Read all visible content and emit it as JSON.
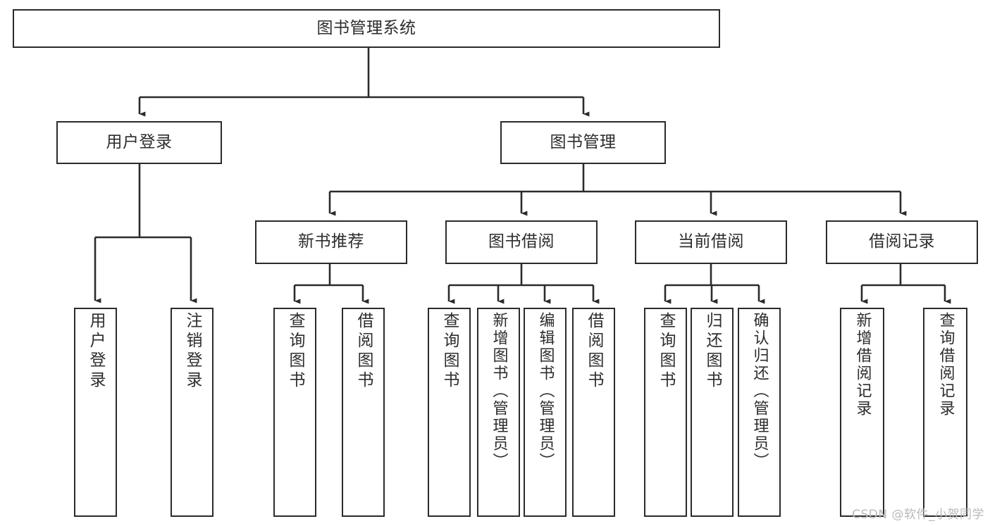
{
  "diagram": {
    "type": "tree-hierarchy",
    "title": "图书管理系统",
    "orientation": "top-down",
    "colors": {
      "stroke": "#2b2b2b",
      "fill": "#ffffff",
      "text": "#2d2d2d",
      "watermark": "#b9b9b9"
    },
    "root": {
      "label": "图书管理系统"
    },
    "level2": [
      {
        "id": "user-login",
        "label": "用户登录"
      },
      {
        "id": "book-manage",
        "label": "图书管理"
      }
    ],
    "level3": [
      {
        "id": "new-book-recommend",
        "label": "新书推荐"
      },
      {
        "id": "book-borrow",
        "label": "图书借阅"
      },
      {
        "id": "current-borrow",
        "label": "当前借阅"
      },
      {
        "id": "borrow-record",
        "label": "借阅记录"
      }
    ],
    "leaves": {
      "user_login": [
        {
          "id": "leaf-user-login",
          "label": "用户登录"
        },
        {
          "id": "leaf-logout-login",
          "label": "注销登录"
        }
      ],
      "new_book_recommend": [
        {
          "id": "leaf-query-book-1",
          "label": "查询图书"
        },
        {
          "id": "leaf-borrow-book-1",
          "label": "借阅图书"
        }
      ],
      "book_borrow": [
        {
          "id": "leaf-query-book-2",
          "label": "查询图书"
        },
        {
          "id": "leaf-add-book",
          "label": "新增图书（管理员）"
        },
        {
          "id": "leaf-edit-book",
          "label": "编辑图书（管理员）"
        },
        {
          "id": "leaf-borrow-book-2",
          "label": "借阅图书"
        }
      ],
      "current_borrow": [
        {
          "id": "leaf-query-book-3",
          "label": "查询图书"
        },
        {
          "id": "leaf-return-book",
          "label": "归还图书"
        },
        {
          "id": "leaf-confirm-return",
          "label": "确认归还（管理员）"
        }
      ],
      "borrow_record": [
        {
          "id": "leaf-add-record",
          "label": "新增借阅记录"
        },
        {
          "id": "leaf-query-record",
          "label": "查询借阅记录"
        }
      ]
    }
  },
  "watermark": {
    "text": "CSDN @软件_小贺同学"
  }
}
